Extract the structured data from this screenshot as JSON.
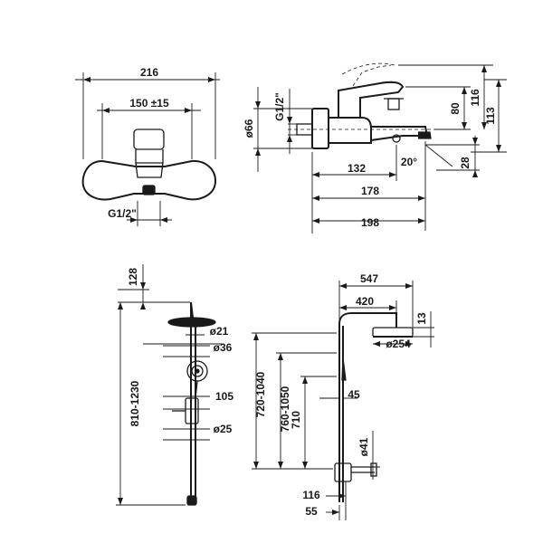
{
  "views": {
    "front_mixer": {
      "overall_width": "216",
      "centre_distance": "150 ±15",
      "connection_thread": "G1/2\""
    },
    "side_mixer": {
      "connection_thread": "G1/2\"",
      "escutcheon_diameter": "ø66",
      "spout_reach_132": "132",
      "spout_reach_178": "178",
      "overall_depth": "198",
      "lever_height": "80",
      "overall_height": "116",
      "height_113": "113",
      "angle": "20°",
      "spout_drop": "28"
    },
    "front_shower_system": {
      "top_offset": "128",
      "height_range": "810-1230",
      "tube_diameter_21": "ø21",
      "tube_diameter_36": "ø36",
      "handshower_offset": "105",
      "tube_diameter_25": "ø25"
    },
    "side_shower_system": {
      "arm_reach_547": "547",
      "arm_reach_420": "420",
      "head_thickness": "13",
      "head_diameter": "ø254",
      "height_720_1040": "720-1040",
      "height_760_1050": "760-1050",
      "height_710": "710",
      "holder_offset": "45",
      "tube_diameter_41": "ø41",
      "wall_offset_116": "116",
      "wall_offset_55": "55"
    }
  }
}
